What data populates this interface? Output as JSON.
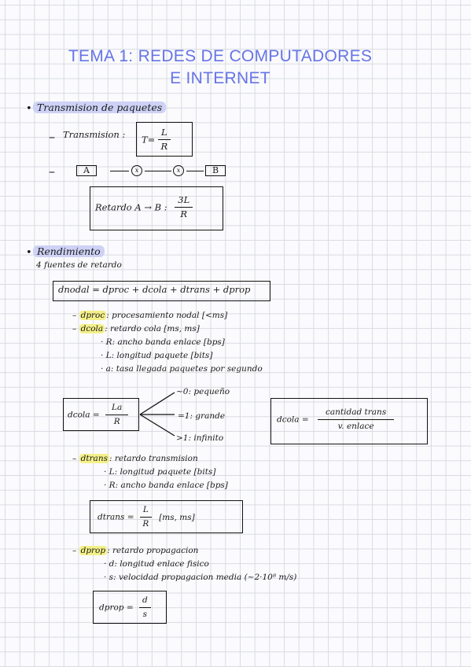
{
  "title": {
    "line1": "TEMA 1: REDES DE COMPUTADORES",
    "line2": "E INTERNET"
  },
  "bullet_glyph": "•",
  "dash_glyph": "–",
  "arrow_glyph": "→",
  "section1": {
    "heading": "Transmision de paquetes",
    "transmision_label": "Transmision :",
    "formula_lhs": "T=",
    "formula_num": "L",
    "formula_den": "R",
    "diagram": {
      "node_a": "A",
      "router1": "x",
      "router2": "x",
      "node_b": "B"
    },
    "retardo_label": "Retardo A",
    "retardo_b": "B :",
    "retardo_num": "3L",
    "retardo_den": "R"
  },
  "section2": {
    "heading": "Rendimiento",
    "subtitle": "4 fuentes de retardo",
    "dnodal_formula": "dnodal = dproc + dcola + dtrans + dprop",
    "dproc": {
      "term": "dproc",
      "desc": ": procesamiento nodal [<ms]"
    },
    "dcola": {
      "term": "dcola",
      "desc": ": retardo cola [ms, ms]",
      "items": [
        "· R: ancho banda enlace [bps]",
        "· L: longitud paquete [bits]",
        "· a: tasa llegada paquetes por segundo"
      ],
      "formula_lhs": "dcola =",
      "formula_num": "La",
      "formula_den": "R",
      "cases": [
        "~0: pequeño",
        "=1: grande",
        ">1: infinito"
      ],
      "alt_lhs": "dcola =",
      "alt_num": "cantidad trans",
      "alt_den": "v. enlace"
    },
    "dtrans": {
      "term": "dtrans",
      "desc": ": retardo transmision",
      "items": [
        "· L: longitud paquete [bits]",
        "· R: ancho banda enlace [bps]"
      ],
      "formula_lhs": "dtrans =",
      "formula_num": "L",
      "formula_den": "R",
      "formula_units": "[ms, ms]"
    },
    "dprop": {
      "term": "dprop",
      "desc": ": retardo propagacion",
      "items": [
        "· d: longitud enlace fisico",
        "· s: velocidad propagacion media (~2·10⁸ m/s)"
      ],
      "formula_lhs": "dprop =",
      "formula_num": "d",
      "formula_den": "s"
    }
  }
}
